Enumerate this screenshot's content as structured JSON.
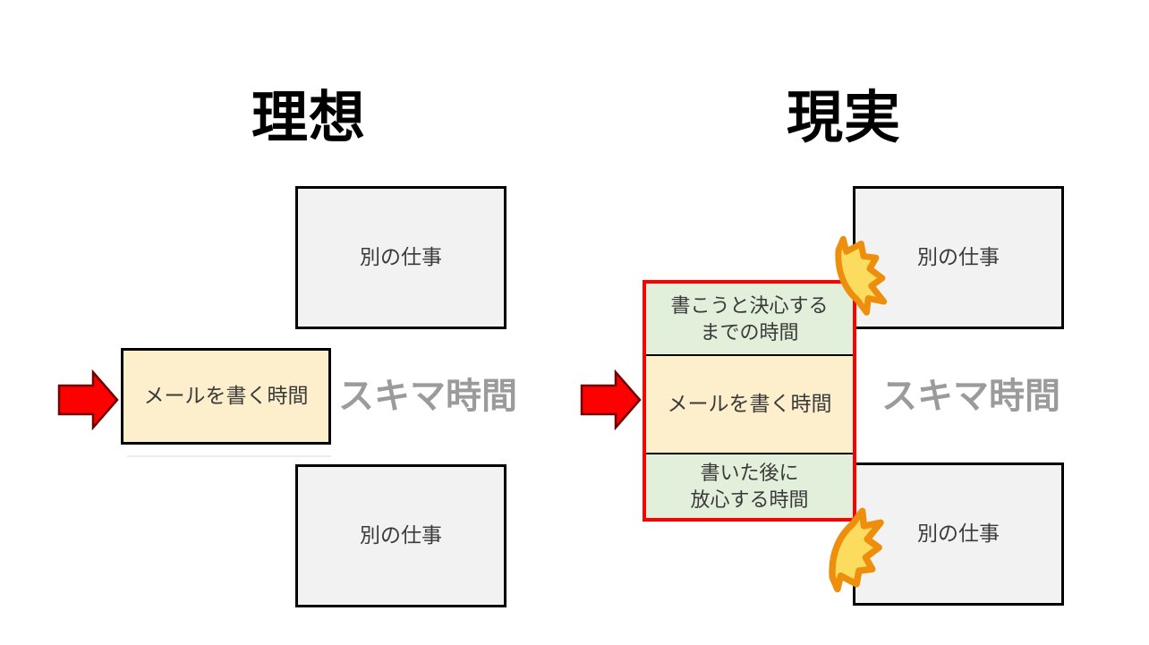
{
  "left_panel": {
    "title": "理想",
    "top_box_label": "別の仕事",
    "main_box_label": "メールを書く時間",
    "gap_label": "スキマ時間",
    "bottom_box_label": "別の仕事"
  },
  "right_panel": {
    "title": "現実",
    "top_box_label": "別の仕事",
    "stack": {
      "segment1_label": "書こうと決心する\nまでの時間",
      "segment2_label": "メールを書く時間",
      "segment3_label": "書いた後に\n放心する時間"
    },
    "gap_label": "スキマ時間",
    "bottom_box_label": "別の仕事"
  },
  "icons": {
    "arrow": "red-block-right-arrow",
    "burst": "collision-burst"
  },
  "colors": {
    "box_gray_fill": "#F2F2F2",
    "box_border_black": "#000000",
    "email_box_fill": "#FDEFCC",
    "green_fill": "#E2EFDA",
    "stack_border_red": "#FF0000",
    "arrow_fill": "#FF0000",
    "arrow_outline": "#6E0000",
    "gap_text_color": "#9B9B9B",
    "burst_fill": "#FBDC5E",
    "burst_outline": "#EE8E0D",
    "label_text_color": "#3A3A3A",
    "title_color": "#000000"
  }
}
